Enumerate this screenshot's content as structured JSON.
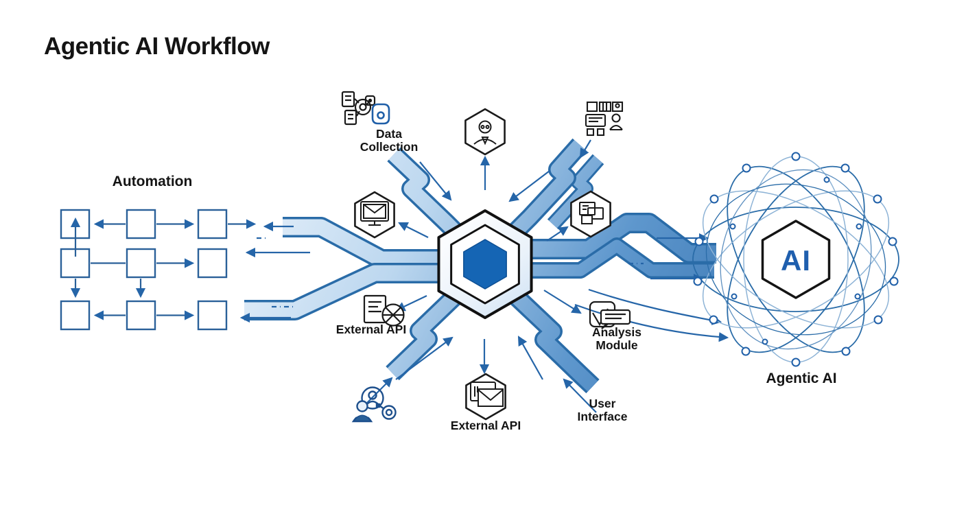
{
  "title": "Agentic AI Workflow",
  "colors": {
    "ink": "#141414",
    "line_blue": "#2565a8",
    "grid_blue": "#2a6099",
    "ribbon_edge": "#2a6ca8",
    "ribbon_light": "#eef5fc",
    "ribbon_mid": "#a9cae9",
    "ribbon_deep": "#3c78b4",
    "core_hex": "#1565b4",
    "ai_text": "#1f5fae",
    "orbit_dark": "#2a6ca8",
    "orbit_light": "#8db3d6"
  },
  "sections": {
    "automation": {
      "label": "Automation"
    },
    "agentic_ai": {
      "label": "Agentic AI",
      "core": "AI"
    }
  },
  "nodes": {
    "data_collection": {
      "line1": "Data",
      "line2": "Collection",
      "icon": "data-collection-icon"
    },
    "assistant": {
      "icon": "assistant-person-icon"
    },
    "process_board": {
      "icon": "process-board-icon"
    },
    "mail_monitor": {
      "icon": "mail-monitor-icon"
    },
    "stacked_windows": {
      "icon": "stacked-windows-icon"
    },
    "external_api_left": {
      "label": "External API",
      "icon": "document-api-icon"
    },
    "analysis_module": {
      "line1": "Analysis",
      "line2": "Module",
      "icon": "analysis-chat-icon"
    },
    "external_api_bottom": {
      "label": "External API",
      "icon": "mail-browser-icon"
    },
    "user_interface": {
      "line1": "User",
      "line2": "Interface"
    },
    "user_network": {
      "icon": "user-network-icon"
    }
  }
}
